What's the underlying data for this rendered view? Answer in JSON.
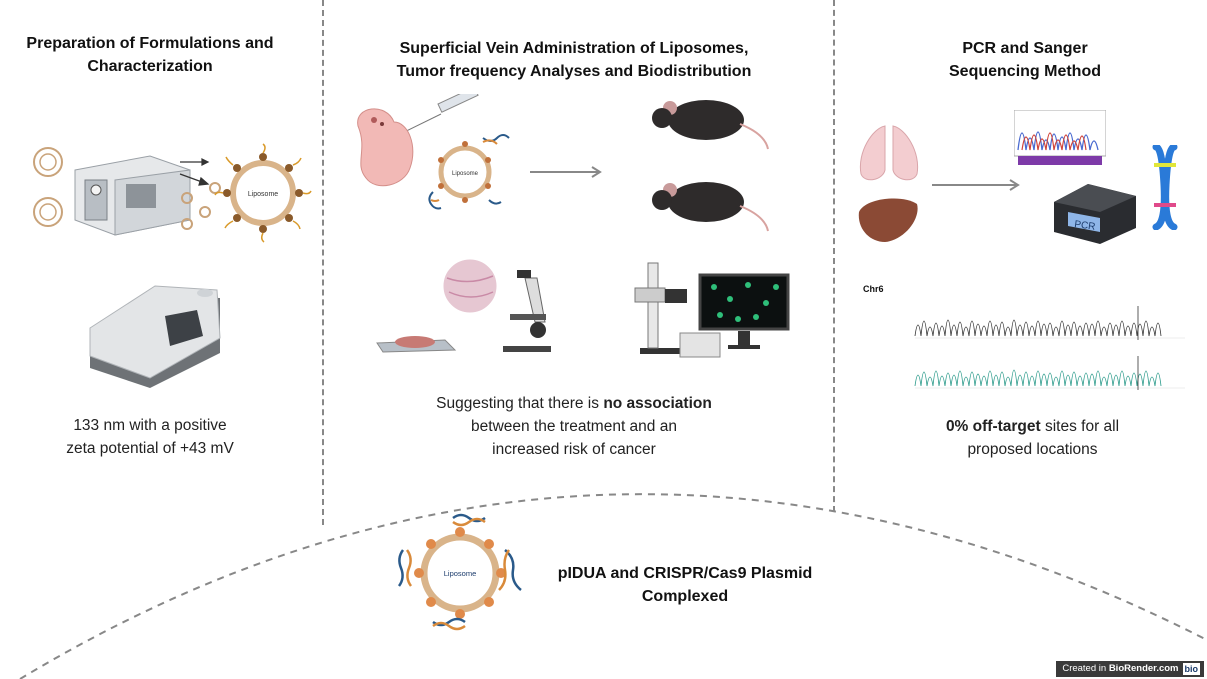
{
  "left_panel": {
    "title_line1": "Preparation of Formulations and",
    "title_line2": "Characterization",
    "result_line1": "133 nm with a positive",
    "result_line2": "zeta potential of +43 mV",
    "liposome_label": "Liposome"
  },
  "middle_panel": {
    "title_line1": "Superficial Vein Administration of Liposomes,",
    "title_line2": "Tumor frequency Analyses and Biodistribution",
    "result_pre": "Suggesting that there is ",
    "result_bold": "no association",
    "result_line2": "between the treatment and an",
    "result_line3": "increased risk of cancer",
    "liposome_label": "Liposome"
  },
  "right_panel": {
    "title_line1": "PCR and Sanger",
    "title_line2": "Sequencing Method",
    "pcr_label": "PCR",
    "chr_label": "Chr6",
    "result_bold": "0% off-target",
    "result_rest": " sites for all",
    "result_line2": "proposed locations"
  },
  "bottom": {
    "title_line1": "pIDUA and CRISPR/Cas9 Plasmid",
    "title_line2": "Complexed",
    "liposome_label": "Liposome"
  },
  "badge": {
    "created_in": "Created in ",
    "brand": "BioRender.com",
    "logo": "bio"
  },
  "colors": {
    "divider": "#888888",
    "liposome_head": "#c0703a",
    "dna_blue": "#2a5a8a",
    "dna_orange": "#d98a3a",
    "mouse": "#2e2b2b"
  }
}
